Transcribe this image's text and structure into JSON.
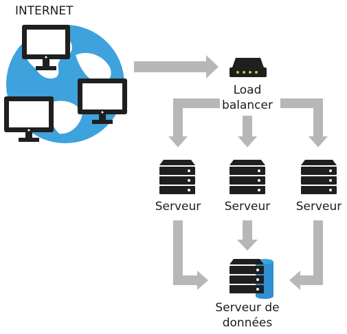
{
  "internet": {
    "label": "INTERNET"
  },
  "load_balancer": {
    "label_line1": "Load",
    "label_line2": "balancer"
  },
  "servers": [
    {
      "label": "Serveur"
    },
    {
      "label": "Serveur"
    },
    {
      "label": "Serveur"
    }
  ],
  "database": {
    "label_line1": "Serveur de",
    "label_line2": "données"
  },
  "colors": {
    "globe": "#3ea2dc",
    "land": "#ffffff",
    "device": "#1f1f1f",
    "arrow": "#b7b7b7",
    "led": "#a9d34a",
    "db_accent": "#2f8fd0"
  },
  "icons": {
    "internet": "globe-with-computers-icon",
    "load_balancer": "router-icon",
    "server": "server-rack-icon",
    "database": "database-server-icon"
  }
}
